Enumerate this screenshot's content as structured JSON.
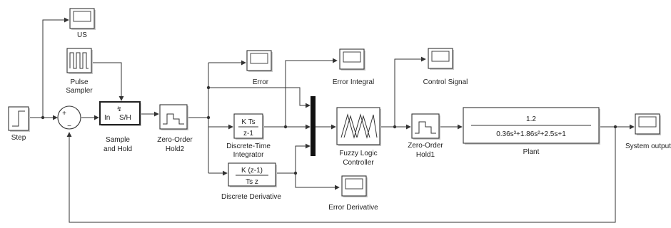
{
  "blocks": {
    "step": "Step",
    "us_scope": "US",
    "pulse_sampler": [
      "Pulse",
      "Sampler"
    ],
    "sum_signs": {
      "plus": "+",
      "minus": "−"
    },
    "sample_hold": {
      "in_port": "In",
      "label": "S/H",
      "trigger": "↯",
      "caption": [
        "Sample",
        "and Hold"
      ]
    },
    "zoh2": [
      "Zero-Order",
      "Hold2"
    ],
    "error_scope": "Error",
    "error_integral_scope": "Error Integral",
    "integrator": {
      "num": "K Ts",
      "den": "z-1",
      "caption": [
        "Discrete-Time",
        "Integrator"
      ]
    },
    "derivative": {
      "num": "K (z-1)",
      "den": "Ts z",
      "caption": "Discrete Derivative"
    },
    "error_derivative_scope": "Error Derivative",
    "flc": [
      "Fuzzy Logic",
      "Controller"
    ],
    "control_signal_scope": "Control Signal",
    "zoh1": [
      "Zero-Order",
      "Hold1"
    ],
    "plant": {
      "num": "1.2",
      "den": "0.36s³+1.86s²+2.5s+1",
      "caption": "Plant"
    },
    "system_output_scope": "System output"
  }
}
